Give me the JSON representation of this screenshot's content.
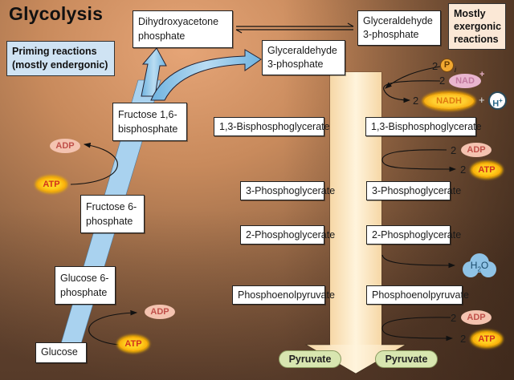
{
  "title": "Glycolysis",
  "labels": {
    "priming": "Priming reactions (mostly endergonic)",
    "priming_line1": "Priming reactions",
    "priming_line2": "(mostly endergonic)",
    "exergonic_line1": "Mostly",
    "exergonic_line2": "exergonic",
    "exergonic_line3": "reactions"
  },
  "colors": {
    "priming_bg": "#cfe3f3",
    "exergonic_bg": "#fbe8d6",
    "blue_arrow": "#8ec5e8",
    "cream_arrow": "#fbe9c8",
    "pyruvate_bg": "#d8e6b0"
  },
  "priming_steps": [
    {
      "line1": "Glucose",
      "line2": ""
    },
    {
      "line1": "Glucose 6-",
      "line2": "phosphate"
    },
    {
      "line1": "Fructose 6-",
      "line2": "phosphate"
    },
    {
      "line1": "Fructose 1,6-",
      "line2": "bisphosphate"
    }
  ],
  "split_products": {
    "dhap": {
      "line1": "Dihydroxyacetone",
      "line2": "phosphate"
    },
    "g3p_left": {
      "line1": "Glyceraldehyde",
      "line2": "3-phosphate"
    },
    "g3p_right": {
      "line1": "Glyceraldehyde",
      "line2": "3-phosphate"
    }
  },
  "payoff_left": [
    "1,3-Bisphosphoglycerate",
    "3-Phosphoglycerate",
    "2-Phosphoglycerate",
    "Phosphoenolpyruvate"
  ],
  "payoff_right": [
    "1,3-Bisphosphoglycerate",
    "3-Phosphoglycerate",
    "2-Phosphoglycerate",
    "Phosphoenolpyruvate"
  ],
  "products": {
    "left": "Pyruvate",
    "right": "Pyruvate"
  },
  "molecules": {
    "adp": "ADP",
    "atp": "ATP",
    "nad": "NAD",
    "nad_sup": "+",
    "nadh": "NADH",
    "h": "H",
    "h_sup": "+",
    "pi": "P",
    "pi_sub": "i",
    "h2o_h": "H",
    "h2o_sub": "2",
    "h2o_o": "O",
    "coef": "2",
    "plus": "+"
  }
}
